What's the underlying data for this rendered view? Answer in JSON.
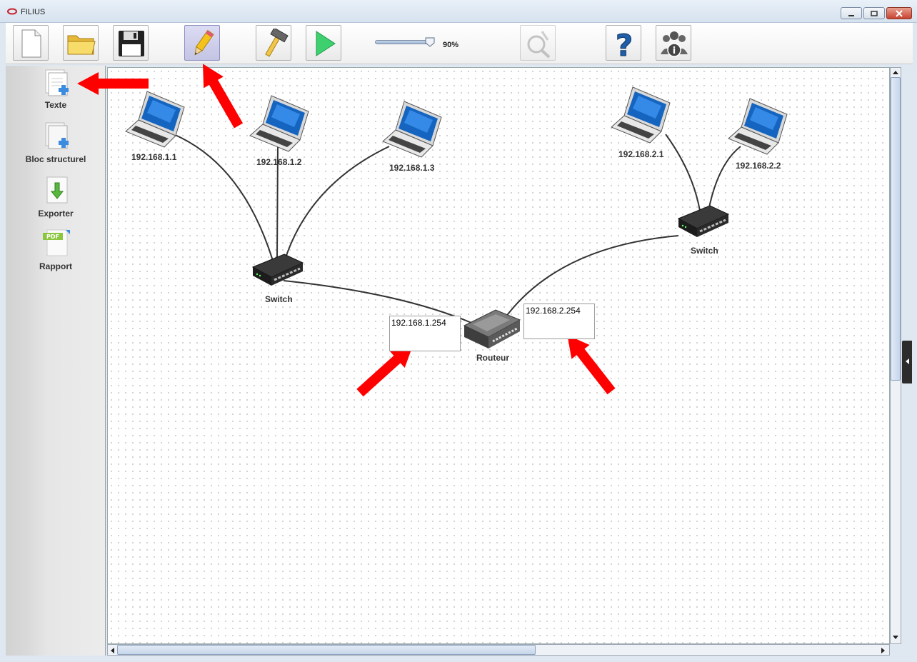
{
  "window": {
    "title": "FILIUS"
  },
  "toolbar": {
    "buttons": [
      {
        "name": "new-file",
        "icon": "new-document-icon"
      },
      {
        "name": "open-file",
        "icon": "folder-icon"
      },
      {
        "name": "save-file",
        "icon": "floppy-disk-icon"
      },
      {
        "name": "design-mode",
        "icon": "pencil-icon",
        "active": true
      },
      {
        "name": "build",
        "icon": "hammer-icon"
      },
      {
        "name": "simulation",
        "icon": "play-icon"
      },
      {
        "name": "sniffer",
        "icon": "sniffer-icon",
        "disabled": true
      },
      {
        "name": "help",
        "icon": "question-icon"
      },
      {
        "name": "about",
        "icon": "info-people-icon"
      }
    ],
    "zoom_level": 0.9,
    "zoom_label": "90%"
  },
  "palette": {
    "items": [
      {
        "label": "Texte",
        "icon": "add-text-icon"
      },
      {
        "label": "Bloc structurel",
        "icon": "add-block-icon"
      },
      {
        "label": "Exporter",
        "icon": "export-icon"
      },
      {
        "label": "Rapport",
        "icon": "pdf-report-icon",
        "badge": "PDF"
      }
    ]
  },
  "network": {
    "nodes": [
      {
        "id": "pc1",
        "type": "laptop",
        "label": "192.168.1.1"
      },
      {
        "id": "pc2",
        "type": "laptop",
        "label": "192.168.1.2"
      },
      {
        "id": "pc3",
        "type": "laptop",
        "label": "192.168.1.3"
      },
      {
        "id": "pc4",
        "type": "laptop",
        "label": "192.168.2.1"
      },
      {
        "id": "pc5",
        "type": "laptop",
        "label": "192.168.2.2"
      },
      {
        "id": "sw1",
        "type": "switch",
        "label": "Switch"
      },
      {
        "id": "sw2",
        "type": "switch",
        "label": "Switch"
      },
      {
        "id": "r1",
        "type": "router",
        "label": "Routeur"
      }
    ],
    "text_boxes": [
      {
        "text": "192.168.1.254"
      },
      {
        "text": "192.168.2.254"
      }
    ]
  },
  "colors": {
    "arrow": "#ff0000",
    "cable": "#333333",
    "active_button": "#c4c4e4"
  }
}
